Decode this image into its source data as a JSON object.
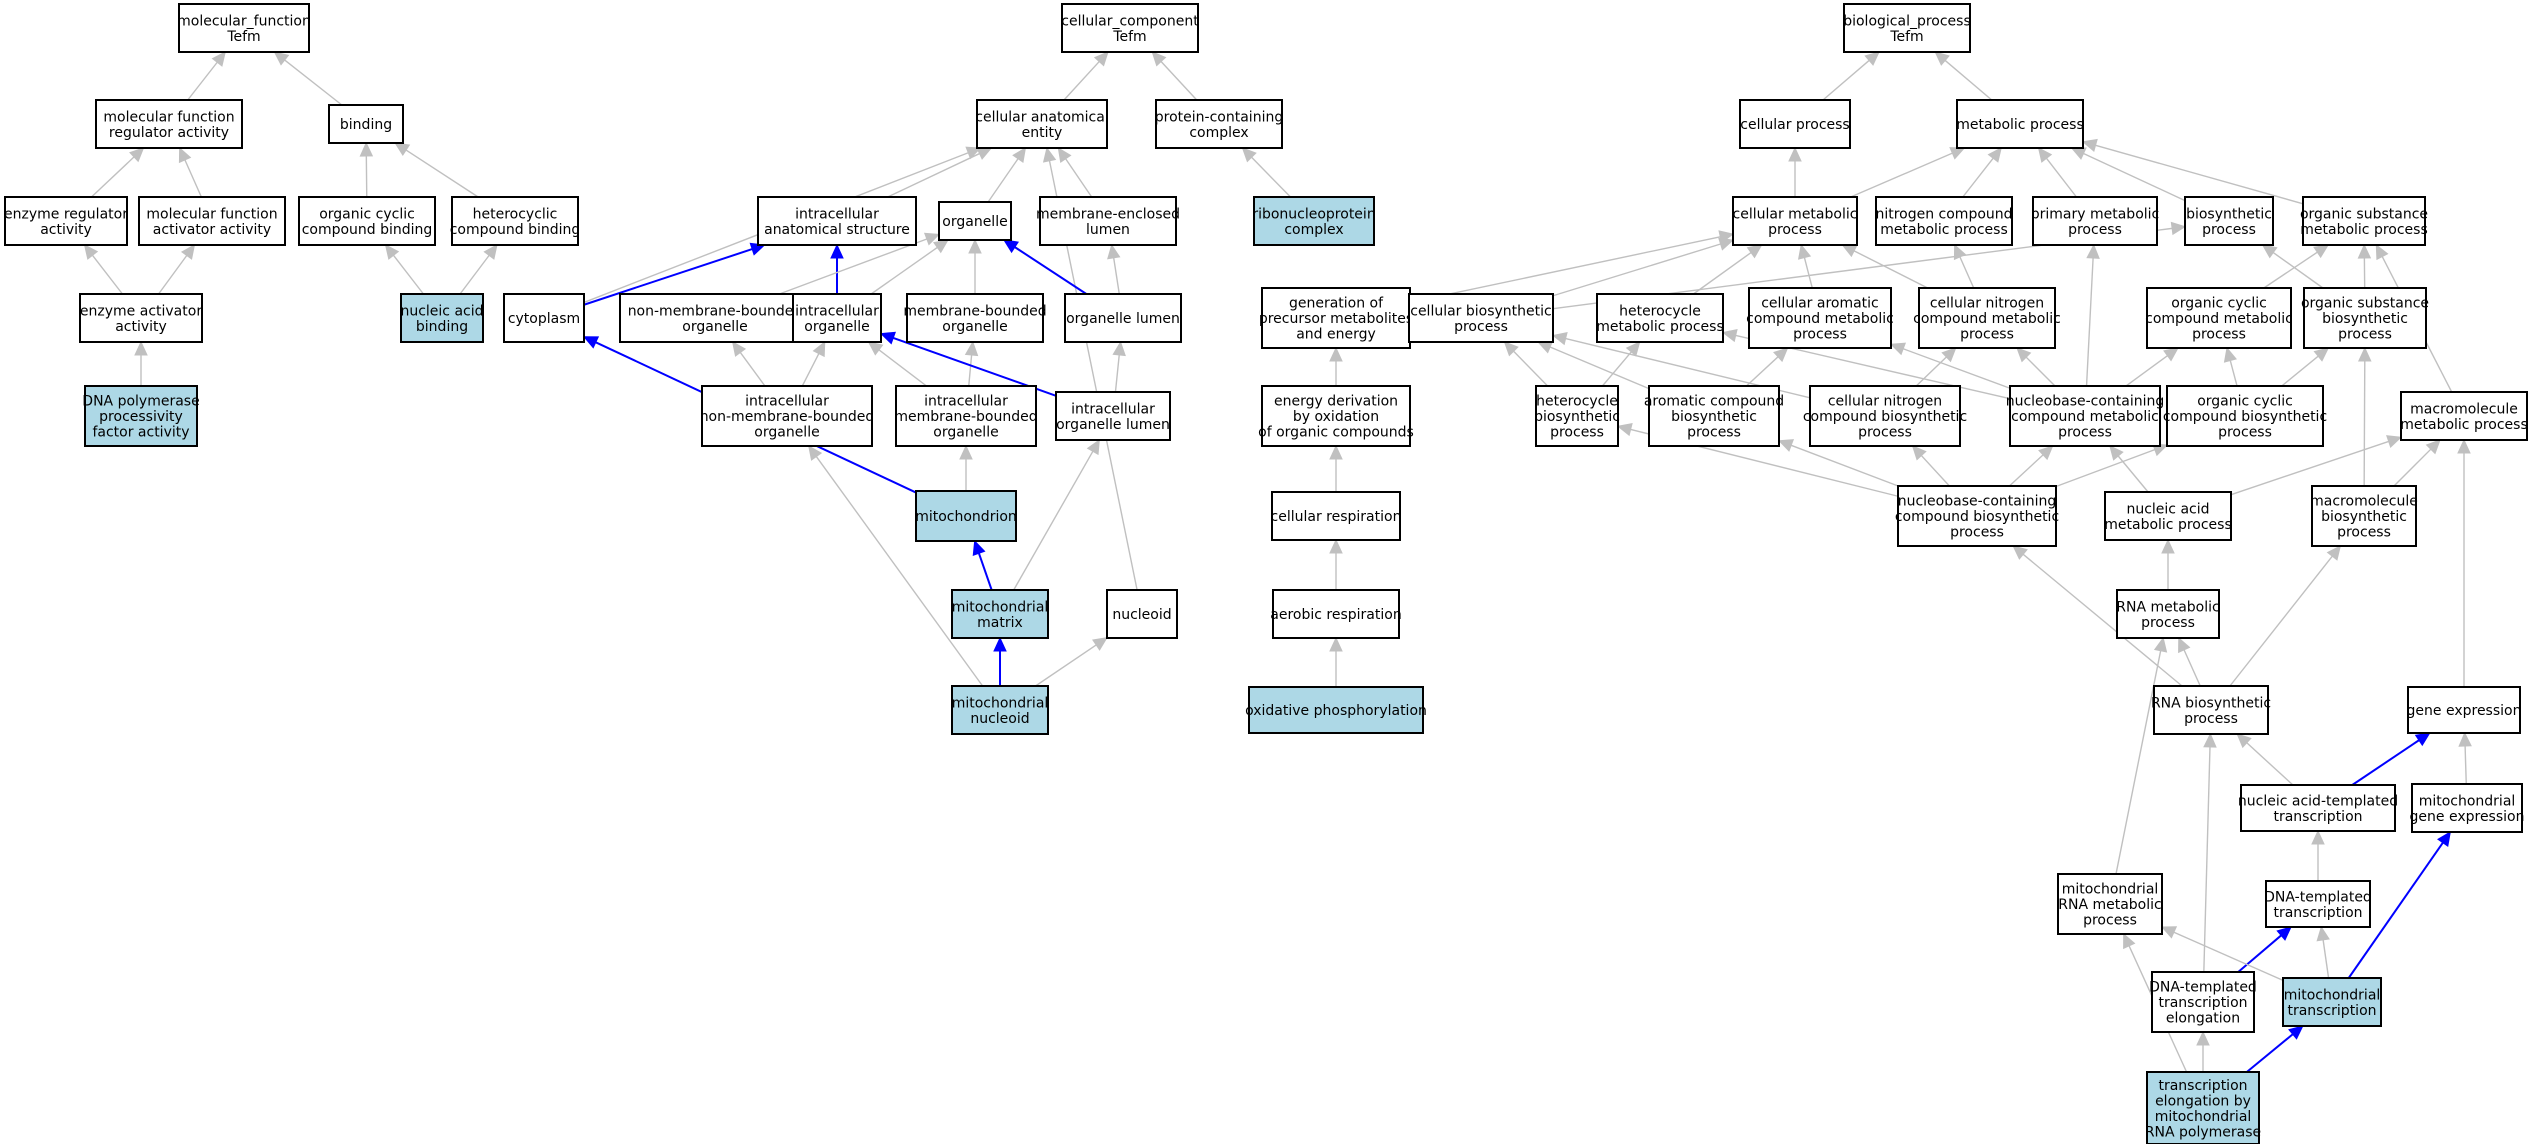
{
  "colors": {
    "node_fill": "#ffffff",
    "highlight_fill": "#add8e6",
    "edge_gray": "#c0c0c0",
    "edge_blue": "#0000ff"
  },
  "nodes": [
    {
      "id": "mf_root",
      "lines": [
        "molecular_function",
        "Tefm"
      ]
    },
    {
      "id": "mf_regulator",
      "lines": [
        "molecular function",
        "regulator activity"
      ]
    },
    {
      "id": "binding",
      "lines": [
        "binding"
      ]
    },
    {
      "id": "enzyme_regulator",
      "lines": [
        "enzyme regulator",
        "activity"
      ]
    },
    {
      "id": "mf_activator",
      "lines": [
        "molecular function",
        "activator activity"
      ]
    },
    {
      "id": "organic_cyclic_binding",
      "lines": [
        "organic cyclic",
        "compound binding"
      ]
    },
    {
      "id": "heterocyclic_binding",
      "lines": [
        "heterocyclic",
        "compound binding"
      ]
    },
    {
      "id": "enzyme_activator",
      "lines": [
        "enzyme activator",
        "activity"
      ]
    },
    {
      "id": "nucleic_acid_binding",
      "lines": [
        "nucleic acid",
        "binding"
      ],
      "highlight": true
    },
    {
      "id": "dna_pol_processivity",
      "lines": [
        "DNA polymerase",
        "processivity",
        "factor activity"
      ],
      "highlight": true
    },
    {
      "id": "cc_root",
      "lines": [
        "cellular_component",
        "Tefm"
      ]
    },
    {
      "id": "cell_anat_entity",
      "lines": [
        "cellular anatomical",
        "entity"
      ]
    },
    {
      "id": "protein_complex",
      "lines": [
        "protein-containing",
        "complex"
      ]
    },
    {
      "id": "ribonucleoprotein",
      "lines": [
        "ribonucleoprotein",
        "complex"
      ],
      "highlight": true
    },
    {
      "id": "intracellular_anat",
      "lines": [
        "intracellular",
        "anatomical structure"
      ]
    },
    {
      "id": "organelle",
      "lines": [
        "organelle"
      ]
    },
    {
      "id": "membrane_enclosed_lumen",
      "lines": [
        "membrane-enclosed",
        "lumen"
      ]
    },
    {
      "id": "cytoplasm",
      "lines": [
        "cytoplasm"
      ]
    },
    {
      "id": "non_membrane_org",
      "lines": [
        "non-membrane-bounded",
        "organelle"
      ]
    },
    {
      "id": "intracellular_org",
      "lines": [
        "intracellular",
        "organelle"
      ]
    },
    {
      "id": "membrane_bounded_org",
      "lines": [
        "membrane-bounded",
        "organelle"
      ]
    },
    {
      "id": "organelle_lumen",
      "lines": [
        "organelle lumen"
      ]
    },
    {
      "id": "intra_non_membrane_org",
      "lines": [
        "intracellular",
        "non-membrane-bounded",
        "organelle"
      ]
    },
    {
      "id": "intra_membrane_org",
      "lines": [
        "intracellular",
        "membrane-bounded",
        "organelle"
      ]
    },
    {
      "id": "intra_org_lumen",
      "lines": [
        "intracellular",
        "organelle lumen"
      ]
    },
    {
      "id": "mitochondrion",
      "lines": [
        "mitochondrion"
      ],
      "highlight": true
    },
    {
      "id": "mito_matrix",
      "lines": [
        "mitochondrial",
        "matrix"
      ],
      "highlight": true
    },
    {
      "id": "nucleoid",
      "lines": [
        "nucleoid"
      ]
    },
    {
      "id": "mito_nucleoid",
      "lines": [
        "mitochondrial",
        "nucleoid"
      ],
      "highlight": true
    },
    {
      "id": "gen_precursor",
      "lines": [
        "generation of",
        "precursor metabolites",
        "and energy"
      ]
    },
    {
      "id": "energy_derivation",
      "lines": [
        "energy derivation",
        "by oxidation",
        "of organic compounds"
      ]
    },
    {
      "id": "cellular_respiration",
      "lines": [
        "cellular respiration"
      ]
    },
    {
      "id": "aerobic_respiration",
      "lines": [
        "aerobic respiration"
      ]
    },
    {
      "id": "ox_phos",
      "lines": [
        "oxidative phosphorylation"
      ],
      "highlight": true
    },
    {
      "id": "bp_root",
      "lines": [
        "biological_process",
        "Tefm"
      ]
    },
    {
      "id": "cellular_process",
      "lines": [
        "cellular process"
      ]
    },
    {
      "id": "metabolic_process",
      "lines": [
        "metabolic process"
      ]
    },
    {
      "id": "cell_metabolic",
      "lines": [
        "cellular metabolic",
        "process"
      ]
    },
    {
      "id": "nitrogen_compound_met",
      "lines": [
        "nitrogen compound",
        "metabolic process"
      ]
    },
    {
      "id": "primary_metabolic",
      "lines": [
        "primary metabolic",
        "process"
      ]
    },
    {
      "id": "biosynthetic",
      "lines": [
        "biosynthetic",
        "process"
      ]
    },
    {
      "id": "organic_substance_met",
      "lines": [
        "organic substance",
        "metabolic process"
      ]
    },
    {
      "id": "cell_biosynthetic",
      "lines": [
        "cellular biosynthetic",
        "process"
      ]
    },
    {
      "id": "heterocycle_met",
      "lines": [
        "heterocycle",
        "metabolic process"
      ]
    },
    {
      "id": "cell_aromatic_met",
      "lines": [
        "cellular aromatic",
        "compound metabolic",
        "process"
      ]
    },
    {
      "id": "cell_nitrogen_met",
      "lines": [
        "cellular nitrogen",
        "compound metabolic",
        "process"
      ]
    },
    {
      "id": "organic_cyclic_met",
      "lines": [
        "organic cyclic",
        "compound metabolic",
        "process"
      ]
    },
    {
      "id": "organic_substance_bio",
      "lines": [
        "organic substance",
        "biosynthetic",
        "process"
      ]
    },
    {
      "id": "heterocycle_bio",
      "lines": [
        "heterocycle",
        "biosynthetic",
        "process"
      ]
    },
    {
      "id": "aromatic_bio",
      "lines": [
        "aromatic compound",
        "biosynthetic",
        "process"
      ]
    },
    {
      "id": "cell_nitrogen_bio",
      "lines": [
        "cellular nitrogen",
        "compound biosynthetic",
        "process"
      ]
    },
    {
      "id": "nucleobase_met",
      "lines": [
        "nucleobase-containing",
        "compound metabolic",
        "process"
      ]
    },
    {
      "id": "organic_cyclic_bio",
      "lines": [
        "organic cyclic",
        "compound biosynthetic",
        "process"
      ]
    },
    {
      "id": "macromolecule_met",
      "lines": [
        "macromolecule",
        "metabolic process"
      ]
    },
    {
      "id": "nucleobase_bio",
      "lines": [
        "nucleobase-containing",
        "compound biosynthetic",
        "process"
      ]
    },
    {
      "id": "nucleic_acid_met",
      "lines": [
        "nucleic acid",
        "metabolic process"
      ]
    },
    {
      "id": "macromolecule_bio",
      "lines": [
        "macromolecule",
        "biosynthetic",
        "process"
      ]
    },
    {
      "id": "rna_met",
      "lines": [
        "RNA metabolic",
        "process"
      ]
    },
    {
      "id": "rna_bio",
      "lines": [
        "RNA biosynthetic",
        "process"
      ]
    },
    {
      "id": "gene_expression",
      "lines": [
        "gene expression"
      ]
    },
    {
      "id": "na_templated_trans",
      "lines": [
        "nucleic acid-templated",
        "transcription"
      ]
    },
    {
      "id": "mito_gene_expr",
      "lines": [
        "mitochondrial",
        "gene expression"
      ]
    },
    {
      "id": "mito_rna_met",
      "lines": [
        "mitochondrial",
        "RNA metabolic",
        "process"
      ]
    },
    {
      "id": "dna_templated_trans",
      "lines": [
        "DNA-templated",
        "transcription"
      ]
    },
    {
      "id": "dna_templated_elong",
      "lines": [
        "DNA-templated",
        "transcription",
        "elongation"
      ]
    },
    {
      "id": "mito_transcription",
      "lines": [
        "mitochondrial",
        "transcription"
      ],
      "highlight": true
    },
    {
      "id": "trans_elong_mito_rnap",
      "lines": [
        "transcription",
        "elongation by",
        "mitochondrial",
        "RNA polymerase"
      ],
      "highlight": true
    }
  ],
  "edges": [
    {
      "from": "mf_regulator",
      "to": "mf_root"
    },
    {
      "from": "binding",
      "to": "mf_root"
    },
    {
      "from": "enzyme_regulator",
      "to": "mf_regulator"
    },
    {
      "from": "mf_activator",
      "to": "mf_regulator"
    },
    {
      "from": "organic_cyclic_binding",
      "to": "binding"
    },
    {
      "from": "heterocyclic_binding",
      "to": "binding"
    },
    {
      "from": "enzyme_activator",
      "to": "enzyme_regulator"
    },
    {
      "from": "enzyme_activator",
      "to": "mf_activator"
    },
    {
      "from": "nucleic_acid_binding",
      "to": "organic_cyclic_binding"
    },
    {
      "from": "nucleic_acid_binding",
      "to": "heterocyclic_binding"
    },
    {
      "from": "dna_pol_processivity",
      "to": "enzyme_activator"
    },
    {
      "from": "cell_anat_entity",
      "to": "cc_root"
    },
    {
      "from": "protein_complex",
      "to": "cc_root"
    },
    {
      "from": "ribonucleoprotein",
      "to": "protein_complex"
    },
    {
      "from": "intracellular_anat",
      "to": "cell_anat_entity"
    },
    {
      "from": "organelle",
      "to": "cell_anat_entity"
    },
    {
      "from": "membrane_enclosed_lumen",
      "to": "cell_anat_entity"
    },
    {
      "from": "cytoplasm",
      "to": "cell_anat_entity"
    },
    {
      "from": "nucleoid",
      "to": "cell_anat_entity"
    },
    {
      "from": "cytoplasm",
      "to": "intracellular_anat",
      "type": "blue"
    },
    {
      "from": "intracellular_org",
      "to": "intracellular_anat",
      "type": "blue"
    },
    {
      "from": "non_membrane_org",
      "to": "organelle"
    },
    {
      "from": "intracellular_org",
      "to": "organelle"
    },
    {
      "from": "membrane_bounded_org",
      "to": "organelle"
    },
    {
      "from": "organelle_lumen",
      "to": "organelle",
      "type": "blue"
    },
    {
      "from": "organelle_lumen",
      "to": "membrane_enclosed_lumen"
    },
    {
      "from": "intra_non_membrane_org",
      "to": "non_membrane_org"
    },
    {
      "from": "intra_non_membrane_org",
      "to": "intracellular_org"
    },
    {
      "from": "intra_membrane_org",
      "to": "intracellular_org"
    },
    {
      "from": "intra_membrane_org",
      "to": "membrane_bounded_org"
    },
    {
      "from": "intra_org_lumen",
      "to": "intracellular_org",
      "type": "blue"
    },
    {
      "from": "intra_org_lumen",
      "to": "organelle_lumen"
    },
    {
      "from": "mitochondrion",
      "to": "cytoplasm",
      "type": "blue"
    },
    {
      "from": "mitochondrion",
      "to": "intra_membrane_org"
    },
    {
      "from": "mito_matrix",
      "to": "mitochondrion",
      "type": "blue"
    },
    {
      "from": "mito_matrix",
      "to": "intra_org_lumen"
    },
    {
      "from": "mito_nucleoid",
      "to": "mito_matrix",
      "type": "blue"
    },
    {
      "from": "mito_nucleoid",
      "to": "intra_non_membrane_org"
    },
    {
      "from": "mito_nucleoid",
      "to": "nucleoid"
    },
    {
      "from": "gen_precursor",
      "to": "cell_metabolic"
    },
    {
      "from": "energy_derivation",
      "to": "gen_precursor"
    },
    {
      "from": "cellular_respiration",
      "to": "energy_derivation"
    },
    {
      "from": "aerobic_respiration",
      "to": "cellular_respiration"
    },
    {
      "from": "ox_phos",
      "to": "aerobic_respiration"
    },
    {
      "from": "cellular_process",
      "to": "bp_root"
    },
    {
      "from": "metabolic_process",
      "to": "bp_root"
    },
    {
      "from": "cell_metabolic",
      "to": "cellular_process"
    },
    {
      "from": "cell_metabolic",
      "to": "metabolic_process"
    },
    {
      "from": "nitrogen_compound_met",
      "to": "metabolic_process"
    },
    {
      "from": "primary_metabolic",
      "to": "metabolic_process"
    },
    {
      "from": "biosynthetic",
      "to": "metabolic_process"
    },
    {
      "from": "organic_substance_met",
      "to": "metabolic_process"
    },
    {
      "from": "cell_biosynthetic",
      "to": "cell_metabolic"
    },
    {
      "from": "cell_biosynthetic",
      "to": "biosynthetic"
    },
    {
      "from": "heterocycle_met",
      "to": "cell_metabolic"
    },
    {
      "from": "cell_aromatic_met",
      "to": "cell_metabolic"
    },
    {
      "from": "cell_nitrogen_met",
      "to": "cell_metabolic"
    },
    {
      "from": "cell_nitrogen_met",
      "to": "nitrogen_compound_met"
    },
    {
      "from": "organic_cyclic_met",
      "to": "organic_substance_met"
    },
    {
      "from": "organic_substance_bio",
      "to": "biosynthetic"
    },
    {
      "from": "organic_substance_bio",
      "to": "organic_substance_met"
    },
    {
      "from": "heterocycle_bio",
      "to": "cell_biosynthetic"
    },
    {
      "from": "heterocycle_bio",
      "to": "heterocycle_met"
    },
    {
      "from": "aromatic_bio",
      "to": "cell_biosynthetic"
    },
    {
      "from": "aromatic_bio",
      "to": "cell_aromatic_met"
    },
    {
      "from": "cell_nitrogen_bio",
      "to": "cell_biosynthetic"
    },
    {
      "from": "cell_nitrogen_bio",
      "to": "cell_nitrogen_met"
    },
    {
      "from": "nucleobase_met",
      "to": "cell_aromatic_met"
    },
    {
      "from": "nucleobase_met",
      "to": "cell_nitrogen_met"
    },
    {
      "from": "nucleobase_met",
      "to": "heterocycle_met"
    },
    {
      "from": "nucleobase_met",
      "to": "primary_metabolic"
    },
    {
      "from": "nucleobase_met",
      "to": "organic_cyclic_met"
    },
    {
      "from": "organic_cyclic_bio",
      "to": "organic_cyclic_met"
    },
    {
      "from": "organic_cyclic_bio",
      "to": "organic_substance_bio"
    },
    {
      "from": "macromolecule_met",
      "to": "organic_substance_met"
    },
    {
      "from": "nucleobase_bio",
      "to": "nucleobase_met"
    },
    {
      "from": "nucleobase_bio",
      "to": "heterocycle_bio"
    },
    {
      "from": "nucleobase_bio",
      "to": "aromatic_bio"
    },
    {
      "from": "nucleobase_bio",
      "to": "cell_nitrogen_bio"
    },
    {
      "from": "nucleobase_bio",
      "to": "organic_cyclic_bio"
    },
    {
      "from": "nucleic_acid_met",
      "to": "nucleobase_met"
    },
    {
      "from": "nucleic_acid_met",
      "to": "macromolecule_met"
    },
    {
      "from": "macromolecule_bio",
      "to": "organic_substance_bio"
    },
    {
      "from": "macromolecule_bio",
      "to": "macromolecule_met"
    },
    {
      "from": "rna_met",
      "to": "nucleic_acid_met"
    },
    {
      "from": "rna_bio",
      "to": "rna_met"
    },
    {
      "from": "rna_bio",
      "to": "nucleobase_bio"
    },
    {
      "from": "rna_bio",
      "to": "macromolecule_bio"
    },
    {
      "from": "gene_expression",
      "to": "macromolecule_met"
    },
    {
      "from": "na_templated_trans",
      "to": "rna_bio"
    },
    {
      "from": "na_templated_trans",
      "to": "gene_expression",
      "type": "blue"
    },
    {
      "from": "mito_gene_expr",
      "to": "gene_expression"
    },
    {
      "from": "mito_rna_met",
      "to": "rna_met"
    },
    {
      "from": "dna_templated_trans",
      "to": "na_templated_trans"
    },
    {
      "from": "dna_templated_elong",
      "to": "rna_bio"
    },
    {
      "from": "dna_templated_elong",
      "to": "dna_templated_trans",
      "type": "blue"
    },
    {
      "from": "mito_transcription",
      "to": "mito_rna_met"
    },
    {
      "from": "mito_transcription",
      "to": "dna_templated_trans"
    },
    {
      "from": "mito_transcription",
      "to": "mito_gene_expr",
      "type": "blue"
    },
    {
      "from": "trans_elong_mito_rnap",
      "to": "dna_templated_elong"
    },
    {
      "from": "trans_elong_mito_rnap",
      "to": "mito_transcription",
      "type": "blue"
    },
    {
      "from": "trans_elong_mito_rnap",
      "to": "mito_rna_met"
    }
  ]
}
